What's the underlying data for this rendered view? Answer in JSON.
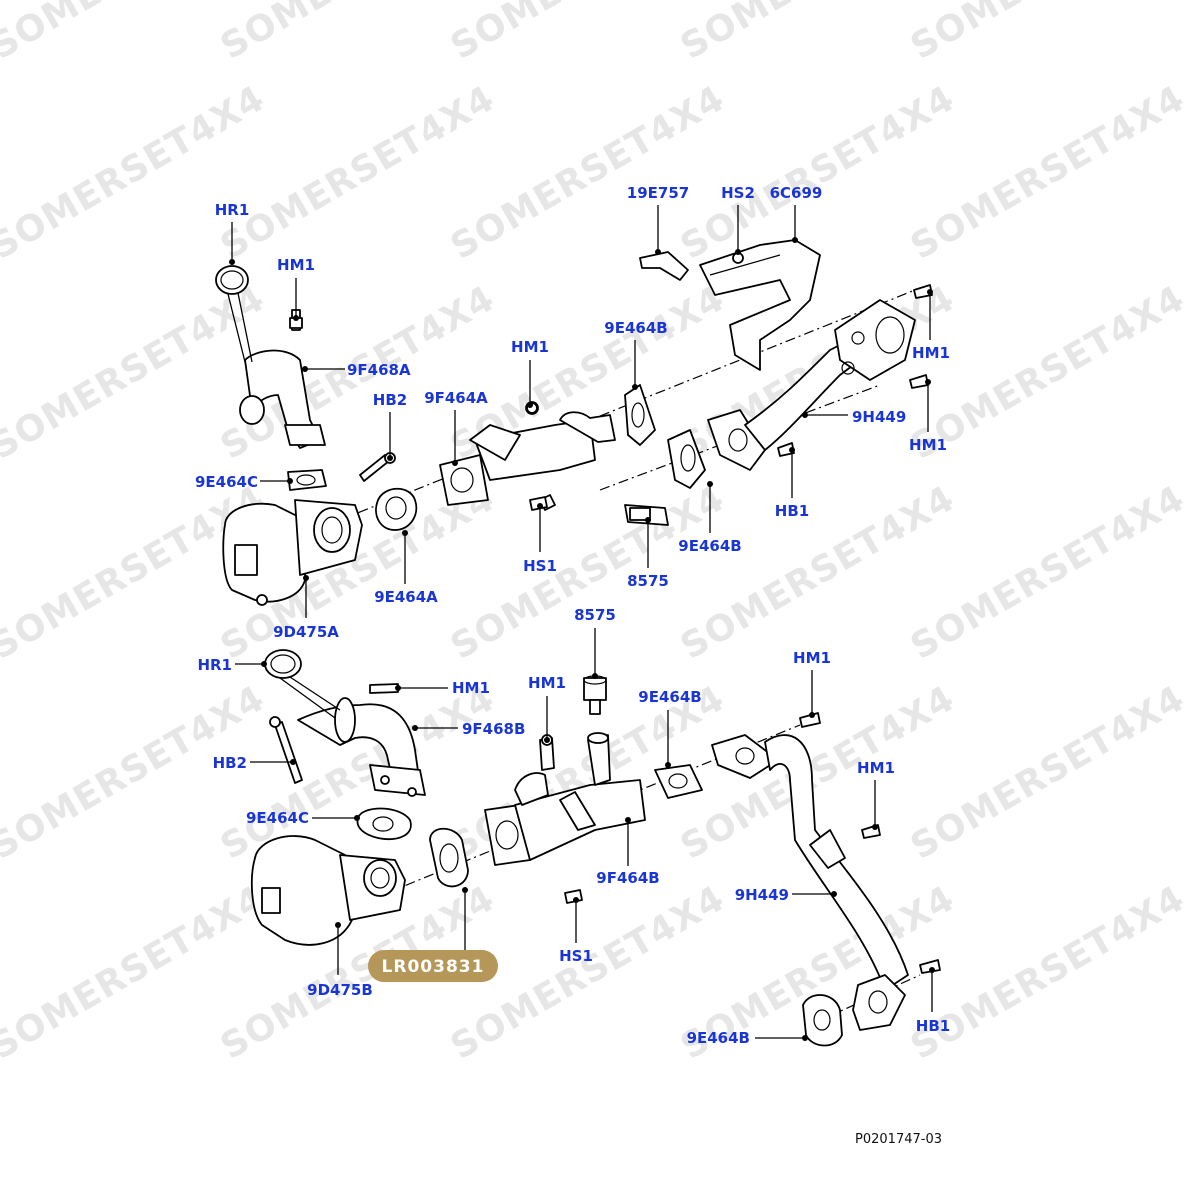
{
  "watermark": "SOMERSET4X4",
  "drawing_ref": "P0201747-03",
  "badge": "LR003831",
  "upper_labels": {
    "hr1": "HR1",
    "hm1_a": "HM1",
    "f468a": "9F468A",
    "hb2": "HB2",
    "e464c": "9E464C",
    "hm1_b": "HM1",
    "f464a": "9F464A",
    "e464b_a": "9E464B",
    "e757": "19E757",
    "hs2": "HS2",
    "c699": "6C699",
    "hm1_c": "HM1",
    "hm1_d": "HM1",
    "h449": "9H449",
    "hb1": "HB1",
    "e464b_b": "9E464B",
    "s8575": "8575",
    "hs1": "HS1",
    "e464a": "9E464A",
    "d475a": "9D475A"
  },
  "lower_labels": {
    "s8575": "8575",
    "hr1": "HR1",
    "hm1_a": "HM1",
    "hm1_b": "HM1",
    "f468b": "9F468B",
    "hb2": "HB2",
    "e464b_a": "9E464B",
    "hm1_c": "HM1",
    "hm1_d": "HM1",
    "e464c": "9E464C",
    "f464b": "9F464B",
    "h449": "9H449",
    "hs1": "HS1",
    "d475b": "9D475B",
    "hb1": "HB1",
    "e464b_b": "9E464B"
  }
}
